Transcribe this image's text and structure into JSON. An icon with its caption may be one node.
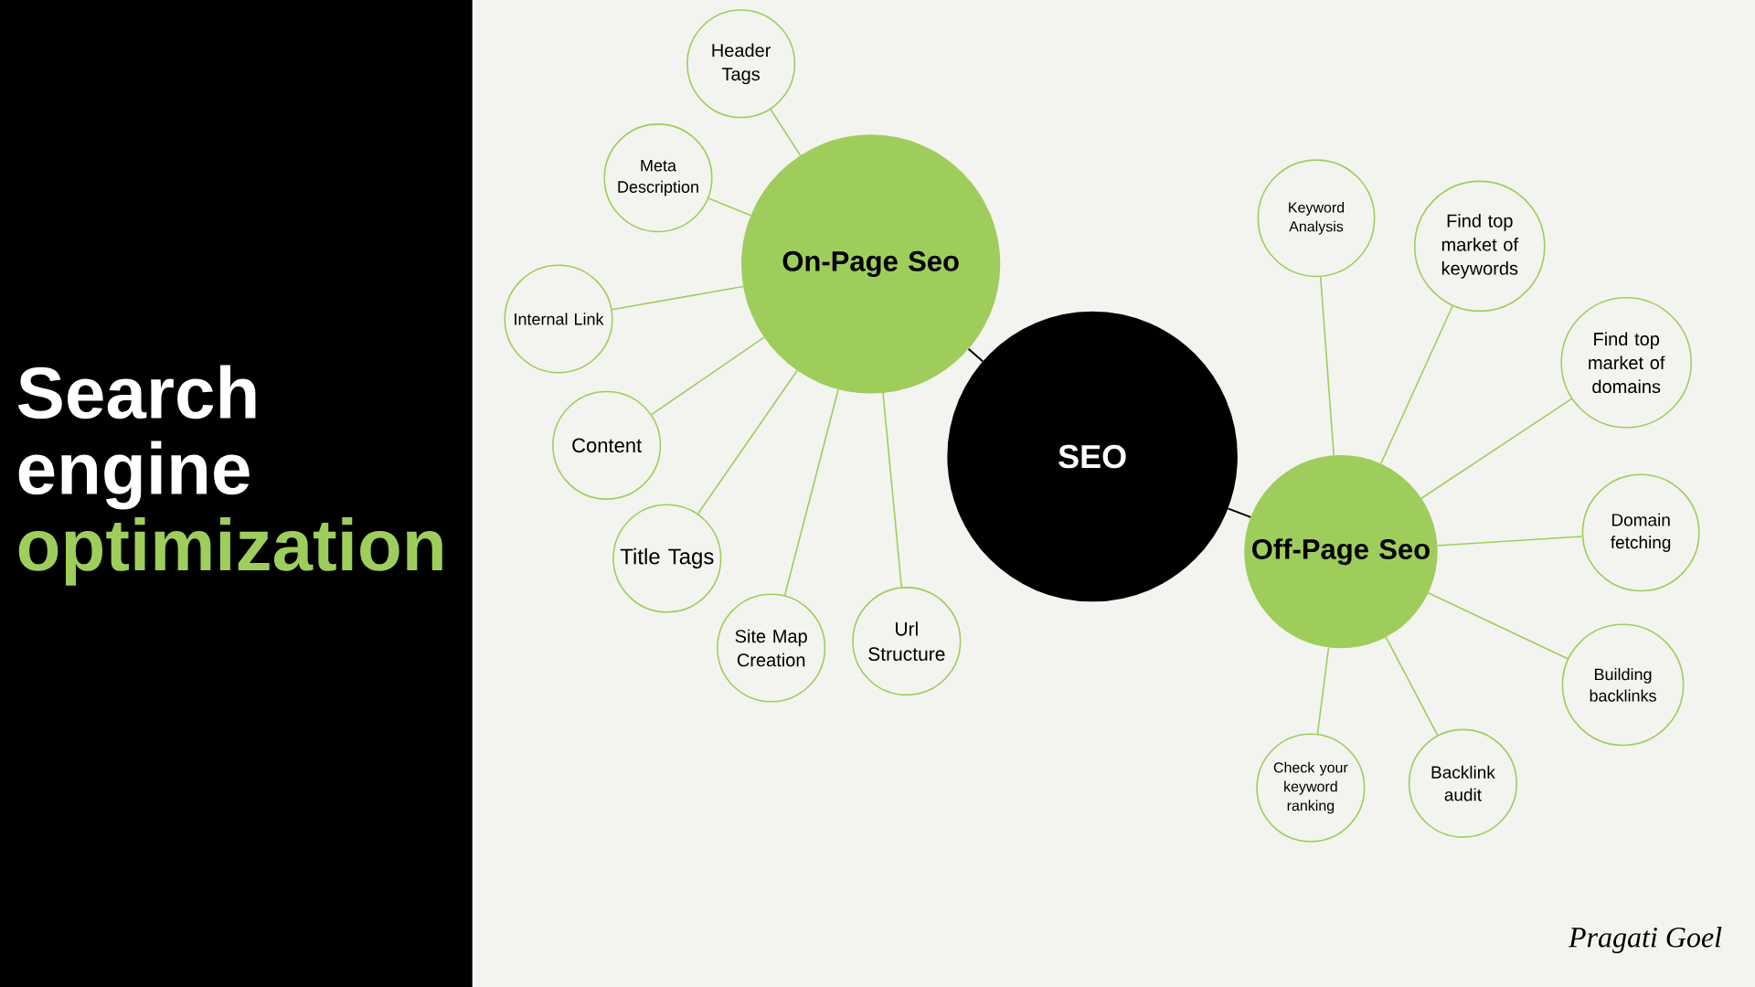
{
  "diagram": {
    "title": "Search engine",
    "nodes": [
      {
        "text": [
          "SEO"
        ]
      },
      {
        "text": [
          "On-Page Seo"
        ]
      },
      {
        "text": [
          "Off-Page Seo"
        ]
      },
      {
        "text": [
          "Header Tags"
        ]
      },
      {
        "text": [
          "Meta Description"
        ]
      },
      {
        "text": [
          "Internal Link"
        ]
      },
      {
        "text": [
          "Content"
        ]
      },
      {
        "text": [
          "Title Tags"
        ]
      },
      {
        "text": [
          "Site Map Creation"
        ]
      },
      {
        "text": [
          "Url Structure"
        ]
      },
      {
        "text": [
          "Keyword Analysis"
        ]
      },
      {
        "text": [
          "Find top market of keywords"
        ]
      },
      {
        "text": [
          "Find top market of domains"
        ]
      },
      {
        "text": [
          "Domain fetching"
        ]
      },
      {
        "text": [
          "Building backlinks"
        ]
      },
      {
        "text": [
          "Backlink audit"
        ]
      },
      {
        "text": [
          "Check your keyword ranking"
        ]
      }
    ],
    "edges": [
      {
        "from": 0,
        "to": 1,
        "arrow": "none",
        "color": "#000000"
      },
      {
        "from": 0,
        "to": 2,
        "arrow": "none",
        "color": "#000000"
      },
      {
        "from": 1,
        "to": 3,
        "arrow": "none"
      },
      {
        "from": 1,
        "to": 4,
        "arrow": "none"
      },
      {
        "from": 1,
        "to": 5,
        "arrow": "none"
      },
      {
        "from": 1,
        "to": 6,
        "arrow": "none"
      },
      {
        "from": 1,
        "to": 7,
        "arrow": "none"
      },
      {
        "from": 1,
        "to": 8,
        "arrow": "none"
      },
      {
        "from": 1,
        "to": 9,
        "arrow": "none"
      },
      {
        "from": 2,
        "to": 10,
        "arrow": "none"
      },
      {
        "from": 2,
        "to": 11,
        "arrow": "none"
      },
      {
        "from": 2,
        "to": 12,
        "arrow": "none"
      },
      {
        "from": 2,
        "to": 13,
        "arrow": "none"
      },
      {
        "from": 2,
        "to": 14,
        "arrow": "none"
      },
      {
        "from": 2,
        "to": 15,
        "arrow": "none"
      },
      {
        "from": 2,
        "to": 16,
        "arrow": "none"
      }
    ],
    "labels": [
      "optimization",
      "Pragati Goel"
    ]
  }
}
